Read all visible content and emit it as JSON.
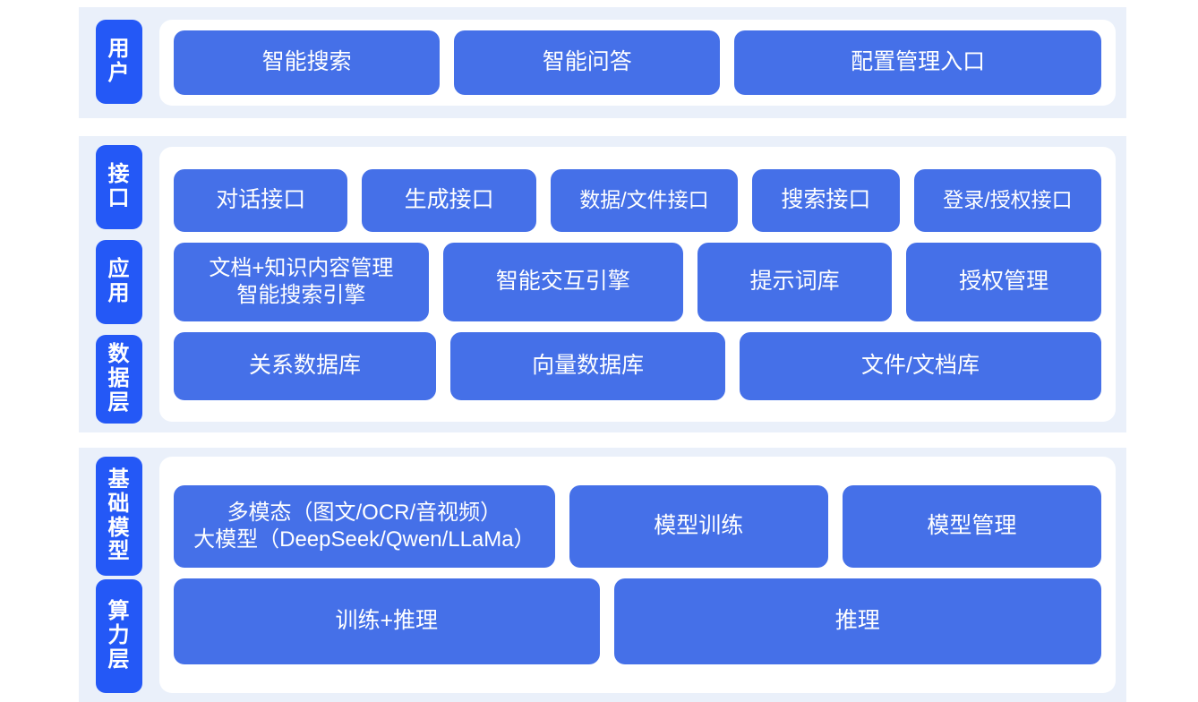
{
  "colors": {
    "page_background": "#ffffff",
    "section_band": "#eaf0fa",
    "card_background": "#ffffff",
    "rail_tab": "#2458f6",
    "box_fill": "#4570e8",
    "box_text": "#ffffff"
  },
  "sections": [
    {
      "id": "user",
      "rail": [
        {
          "name": "user-layer-tab",
          "label": "用户"
        }
      ],
      "rows": [
        {
          "id": "user-entries",
          "boxes": [
            {
              "label": "智能搜索"
            },
            {
              "label": "智能问答"
            },
            {
              "label": "配置管理入口"
            }
          ]
        }
      ]
    },
    {
      "id": "platform",
      "rail": [
        {
          "name": "interface-layer-tab",
          "label": "接口"
        },
        {
          "name": "application-layer-tab",
          "label": "应用"
        },
        {
          "name": "data-layer-tab",
          "label": "数据层"
        }
      ],
      "rows": [
        {
          "id": "interface-row",
          "boxes": [
            {
              "label": "对话接口"
            },
            {
              "label": "生成接口"
            },
            {
              "label": "数据/文件接口"
            },
            {
              "label": "搜索接口"
            },
            {
              "label": "登录/授权接口"
            }
          ]
        },
        {
          "id": "application-row",
          "boxes": [
            {
              "label": "文档+知识内容管理\n智能搜索引擎"
            },
            {
              "label": "智能交互引擎"
            },
            {
              "label": "提示词库"
            },
            {
              "label": "授权管理"
            }
          ]
        },
        {
          "id": "data-row",
          "boxes": [
            {
              "label": "关系数据库"
            },
            {
              "label": "向量数据库"
            },
            {
              "label": "文件/文档库"
            }
          ]
        }
      ]
    },
    {
      "id": "infrastructure",
      "rail": [
        {
          "name": "foundation-model-layer-tab",
          "label": "基础模型"
        },
        {
          "name": "compute-layer-tab",
          "label": "算力层"
        }
      ],
      "rows": [
        {
          "id": "foundation-model-row",
          "boxes": [
            {
              "label": "多模态（图文/OCR/音视频）\n大模型（DeepSeek/Qwen/LLaMa）"
            },
            {
              "label": "模型训练"
            },
            {
              "label": "模型管理"
            }
          ]
        },
        {
          "id": "compute-row",
          "boxes": [
            {
              "label": "训练+推理"
            },
            {
              "label": "推理"
            }
          ]
        }
      ]
    }
  ]
}
